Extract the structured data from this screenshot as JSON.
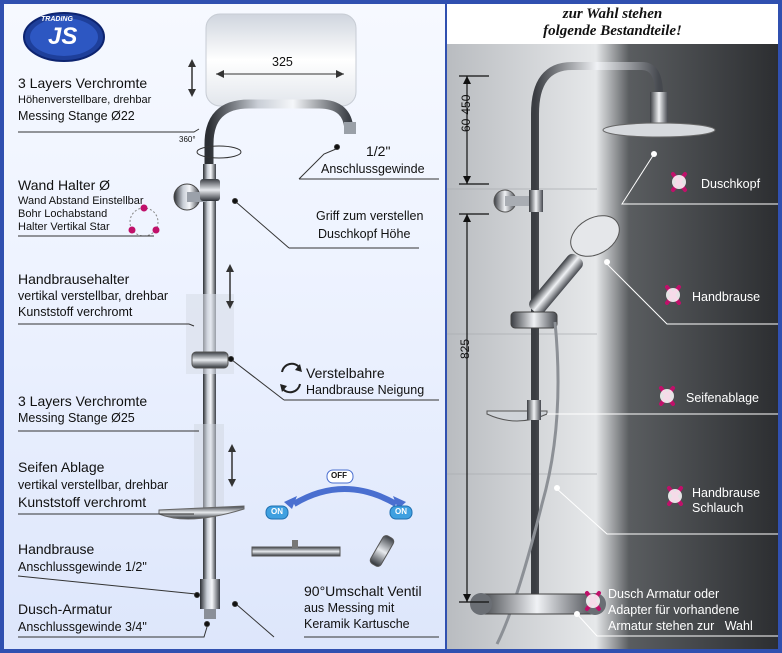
{
  "logo": {
    "top": "TRADING",
    "main": "JS"
  },
  "left": {
    "dim_width": "325",
    "angle": "360°",
    "layers1": {
      "title": "3 Layers Verchromte",
      "sub": "Höhenverstellbare, drehbar",
      "sub2": "Messing Stange Ø22"
    },
    "thread12": {
      "title": "1/2\"",
      "sub": "Anschlussgewinde"
    },
    "wallholder": {
      "title": "Wand Halter Ø",
      "l1": "Wand Abstand Einstellbar",
      "l2": "Bohr Lochabstand",
      "l3": "Halter Vertikal Star"
    },
    "grip": {
      "l1": "Griff zum verstellen",
      "l2": "Duschkopf Höhe"
    },
    "handholder": {
      "title": "Handbrausehalter",
      "l1": "vertikal verstellbar, drehbar",
      "l2": "Kunststoff verchromt"
    },
    "tilt": {
      "title": "Verstelbahre",
      "sub": "Handbrause Neigung"
    },
    "layers2": {
      "title": "3 Layers Verchromte",
      "sub": "Messing Stange Ø25"
    },
    "soap": {
      "title": "Seifen Ablage",
      "l1": "vertikal verstellbar, drehbar",
      "l2": "Kunststoff verchromt"
    },
    "valve": {
      "off": "OFF",
      "on_left": "ON",
      "on_right": "ON",
      "title": "90°Umschalt Ventil",
      "l1": "aus Messing mit",
      "l2": "Keramik Kartusche"
    },
    "handshower": {
      "title": "Handbrause",
      "sub": "Anschlussgewinde 1/2\""
    },
    "mixer": {
      "title": "Dusch-Armatur",
      "sub": "Anschlussgewinde 3/4\""
    }
  },
  "right": {
    "header_l1": "zur Wahl stehen",
    "header_l2": "folgende Bestandteile!",
    "dim_top": "60-450",
    "dim_main": "825",
    "items": [
      {
        "label": "Duschkopf"
      },
      {
        "label": "Handbrause"
      },
      {
        "label": "Seifenablage"
      },
      {
        "label": "Handbrause",
        "label2": "Schlauch"
      },
      {
        "label": "Dusch Armatur oder",
        "label2": "Adapter für vorhandene",
        "label3": "Armatur stehen zur   Wahl"
      }
    ]
  },
  "colors": {
    "frame": "#3050b0",
    "accent_pink": "#c0106a",
    "chrome": "#8a8f98"
  }
}
